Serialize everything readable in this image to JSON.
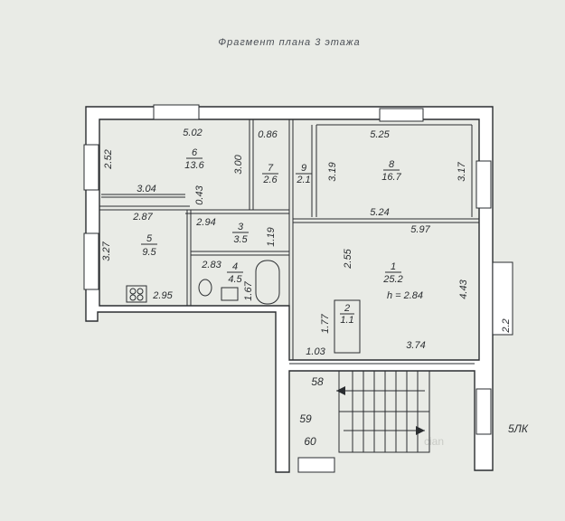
{
  "title": "Фрагмент плана 3 этажа",
  "rooms": [
    {
      "id": "6",
      "area": "13.6"
    },
    {
      "id": "7",
      "area": "2.6"
    },
    {
      "id": "9",
      "area": "2.1"
    },
    {
      "id": "8",
      "area": "16.7"
    },
    {
      "id": "5",
      "area": "9.5"
    },
    {
      "id": "3",
      "area": "3.5"
    },
    {
      "id": "4",
      "area": "4.5"
    },
    {
      "id": "1",
      "area": "25.2",
      "height": "h = 2.84"
    },
    {
      "id": "2",
      "area": "1.1"
    }
  ],
  "dims": {
    "d502": "5.02",
    "d086": "0.86",
    "d252": "2.52",
    "d300": "3.00",
    "d304": "3.04",
    "d043": "0.43",
    "d287": "2.87",
    "d294": "2.94",
    "d327": "3.27",
    "d119": "1.19",
    "d283": "2.83",
    "d295": "2.95",
    "d167": "1.67",
    "d525": "5.25",
    "d319": "3.19",
    "d317": "3.17",
    "d524": "5.24",
    "d597": "5.97",
    "d255": "2.55",
    "d443": "4.43",
    "d22": "2.2",
    "d177": "1.77",
    "d103": "1.03",
    "d374": "3.74"
  },
  "stairs": {
    "s58": "58",
    "s59": "59",
    "s60": "60"
  },
  "marker": "5ЛК",
  "watermark": "cian"
}
